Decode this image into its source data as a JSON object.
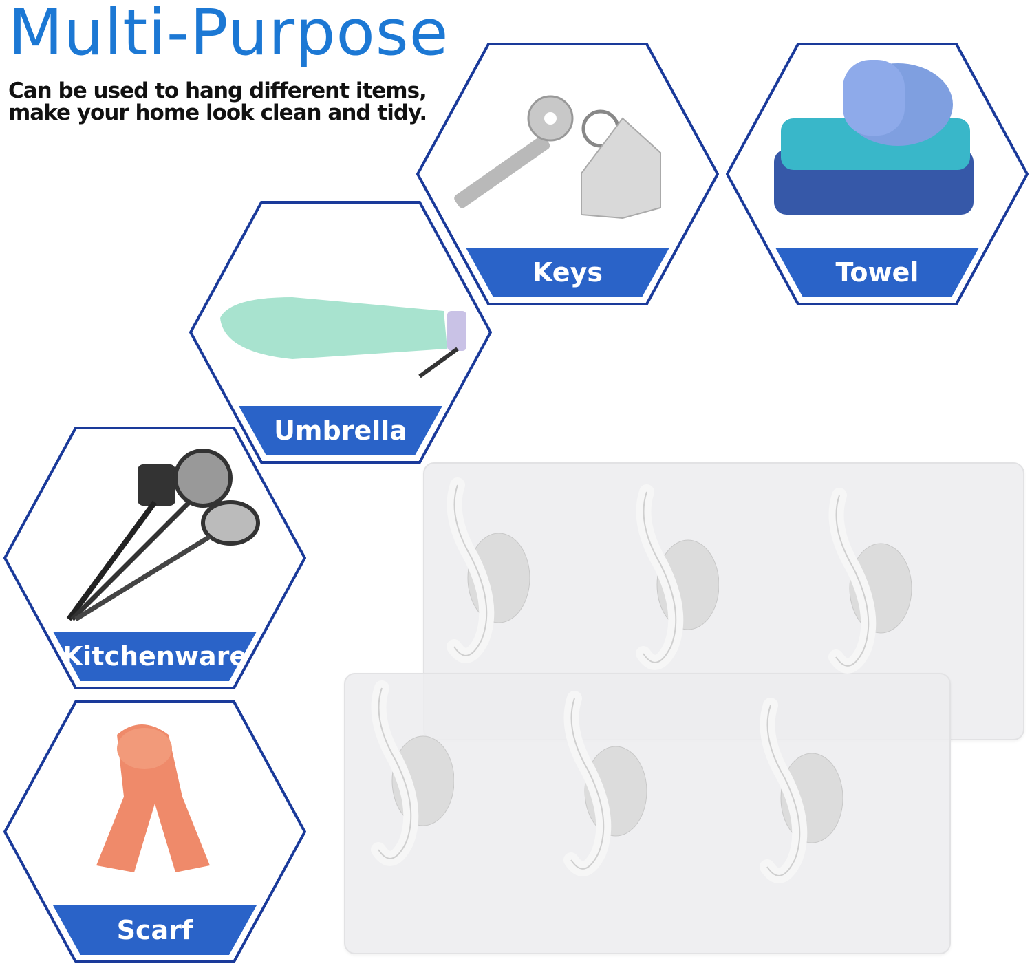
{
  "title": "Multi-Purpose",
  "subtitle_line1": "Can be used to hang different items,",
  "subtitle_line2": "make your home look clean and tidy.",
  "items": [
    {
      "label": "Keys",
      "icon": "keys-icon"
    },
    {
      "label": "Towel",
      "icon": "towel-icon"
    },
    {
      "label": "Umbrella",
      "icon": "umbrella-icon"
    },
    {
      "label": "Kitchenware",
      "icon": "kitchenware-icon"
    },
    {
      "label": "Scarf",
      "icon": "scarf-icon"
    }
  ],
  "colors": {
    "title": "#1c78d4",
    "hex_outline": "#1a3a9a",
    "label_band": "#2a63c8"
  }
}
